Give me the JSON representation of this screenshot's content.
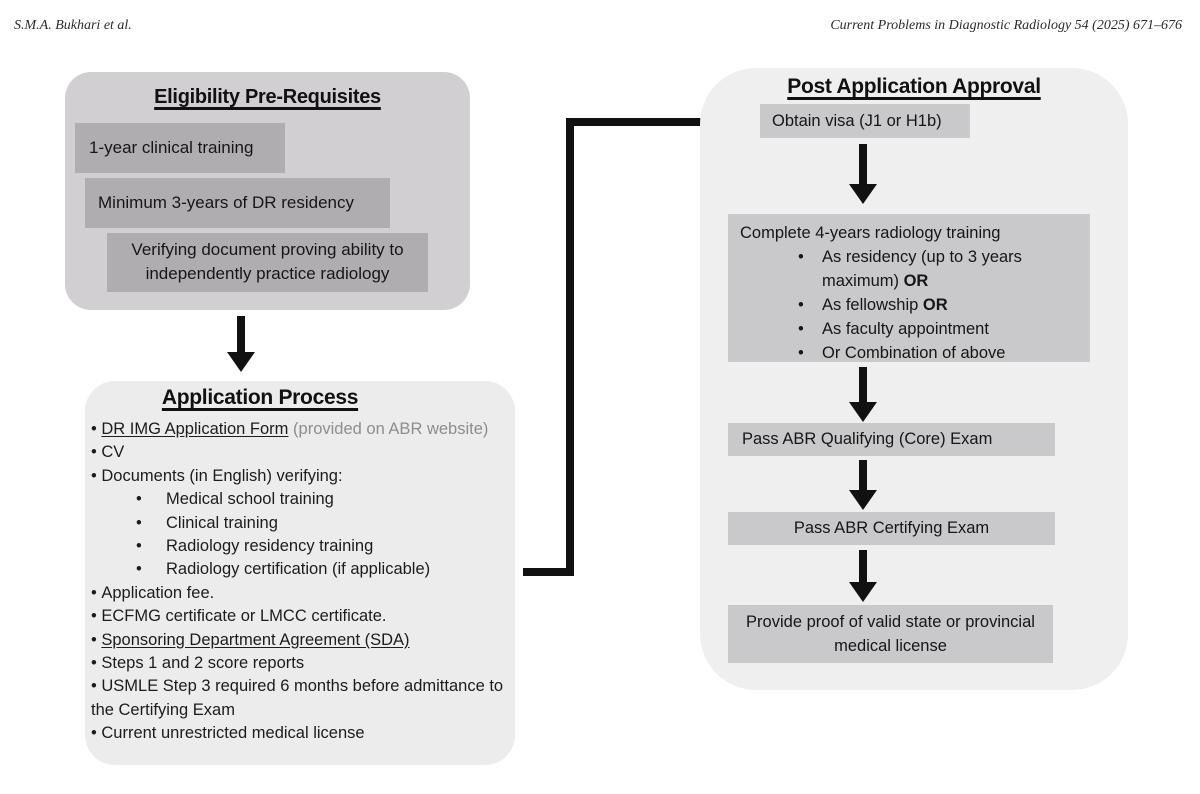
{
  "header": {
    "authors": "S.M.A. Bukhari et al.",
    "journal": "Current Problems in Diagnostic Radiology 54 (2025) 671–676"
  },
  "eligibility": {
    "title": "Eligibility Pre-Requisites",
    "items": [
      "1-year clinical training",
      "Minimum 3-years of DR residency",
      "Verifying document proving ability to independently practice radiology"
    ]
  },
  "application_process": {
    "title": "Application Process",
    "items": [
      {
        "text": "DR IMG Application Form",
        "note": "(provided on ABR website)"
      },
      {
        "text": "CV"
      },
      {
        "text": "Documents (in English) verifying:"
      },
      {
        "text": "Medical school training"
      },
      {
        "text": "Clinical training"
      },
      {
        "text": "Radiology residency training"
      },
      {
        "text": "Radiology certification (if applicable)"
      },
      {
        "text": "Application fee."
      },
      {
        "text": "ECFMG certificate or LMCC certificate."
      },
      {
        "text": "Sponsoring Department Agreement (SDA)"
      },
      {
        "text": "Steps 1 and 2 score reports"
      },
      {
        "text": "USMLE Step 3 required 6 months before admittance to the Certifying Exam"
      },
      {
        "text": "Current unrestricted medical license"
      }
    ]
  },
  "post_application": {
    "title": "Post Application Approval",
    "visa": "Obtain visa (J1 or H1b)",
    "training": {
      "title": "Complete 4-years radiology training",
      "options": [
        {
          "text": "As residency (up to 3 years maximum)",
          "emphasis": "OR"
        },
        {
          "text": "As fellowship",
          "emphasis": "OR"
        },
        {
          "text": "As faculty appointment",
          "emphasis": ""
        },
        {
          "text": "Or Combination of above",
          "emphasis": ""
        }
      ]
    },
    "qualifying_exam": "Pass ABR Qualifying (Core) Exam",
    "certifying_exam": "Pass ABR Certifying Exam",
    "license": "Provide proof of valid state or provincial medical license"
  },
  "palette": {
    "page_bg": "#ffffff",
    "eligibility_panel_bg": "#d2cfd3",
    "eligibility_item_bg": "#b0adb1",
    "process_panel_bg": "#ececec",
    "post_panel_bg": "#efefef",
    "step_box_bg": "#c9c8ca",
    "arrow": "#111111",
    "muted_text": "#8d8d8d"
  }
}
